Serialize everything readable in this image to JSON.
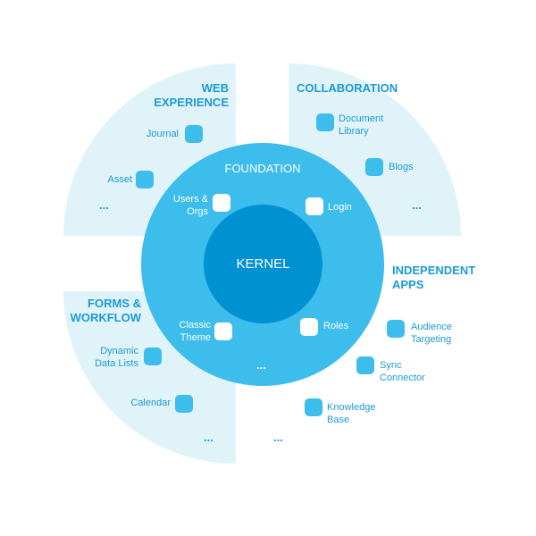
{
  "kernel": "KERNEL",
  "foundation": {
    "title": "FOUNDATION",
    "items": [
      "Users &\nOrgs",
      "Login",
      "Classic\nTheme",
      "Roles"
    ],
    "more": "..."
  },
  "web_experience": {
    "title": "WEB\nEXPERIENCE",
    "items": [
      "Journal",
      "Asset"
    ],
    "more": "..."
  },
  "collaboration": {
    "title": "COLLABORATION",
    "items": [
      "Document\nLibrary",
      "Blogs"
    ],
    "more": "..."
  },
  "forms_workflow": {
    "title": "FORMS &\nWORKFLOW",
    "items": [
      "Dynamic\nData Lists",
      "Calendar"
    ],
    "more": "..."
  },
  "independent_apps": {
    "title": "INDEPENDENT\nAPPS",
    "items": [
      "Audience\nTargeting",
      "Sync\nConnector",
      "Knowledge\nBase"
    ],
    "more": "..."
  },
  "colors": {
    "light": "#dff3f9",
    "foundation": "#3dbdec",
    "kernel": "#0091d3",
    "text": "#1b9ad7"
  }
}
